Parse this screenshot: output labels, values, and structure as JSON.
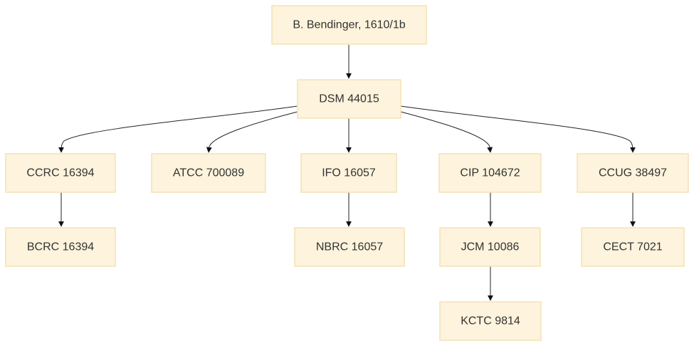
{
  "diagram": {
    "colors": {
      "node_fill": "#fef3dc",
      "node_border": "#f3e2b6",
      "text": "#333333",
      "edge": "#222222"
    },
    "nodes": {
      "root": "B. Bendinger, 1610/1b",
      "dsm": "DSM 44015",
      "ccrc": "CCRC 16394",
      "atcc": "ATCC 700089",
      "ifo": "IFO 16057",
      "cip": "CIP 104672",
      "ccug": "CCUG 38497",
      "bcrc": "BCRC 16394",
      "nbrc": "NBRC 16057",
      "jcm": "JCM 10086",
      "cect": "CECT 7021",
      "kctc": "KCTC 9814"
    },
    "edges": [
      [
        "root",
        "dsm"
      ],
      [
        "dsm",
        "ccrc"
      ],
      [
        "dsm",
        "atcc"
      ],
      [
        "dsm",
        "ifo"
      ],
      [
        "dsm",
        "cip"
      ],
      [
        "dsm",
        "ccug"
      ],
      [
        "ccrc",
        "bcrc"
      ],
      [
        "ifo",
        "nbrc"
      ],
      [
        "cip",
        "jcm"
      ],
      [
        "jcm",
        "kctc"
      ],
      [
        "ccug",
        "cect"
      ]
    ]
  }
}
